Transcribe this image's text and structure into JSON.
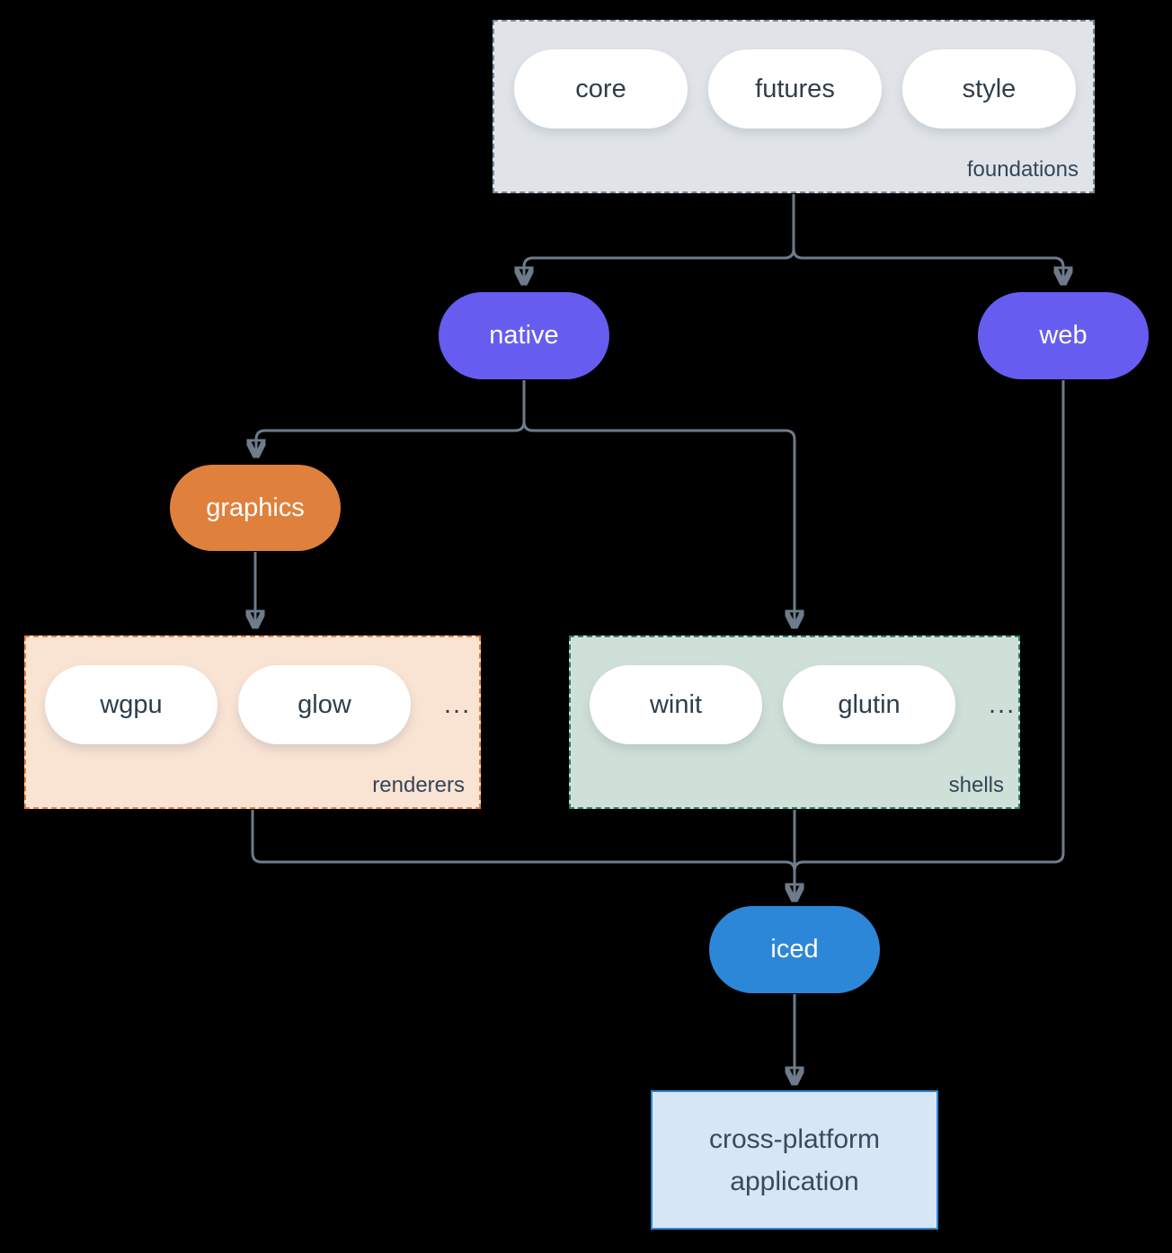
{
  "colors": {
    "background": "#000000",
    "connector": "#6E7B8A",
    "purple_node": "#675CF0",
    "orange_node": "#E0803D",
    "blue_node": "#2D87D8",
    "foundations_fill": "#E0E4E8",
    "foundations_border": "#76879A",
    "renderers_fill": "#F9E3D3",
    "renderers_border": "#E0813E",
    "shells_fill": "#CFE0D8",
    "shells_border": "#2E7D6E",
    "app_fill": "#D7E6F5",
    "app_border": "#2E86D0",
    "dark_text": "#2F3E4C",
    "label_text": "#35465A",
    "light_text": "#FFFFFF"
  },
  "groups": {
    "foundations": {
      "label": "foundations",
      "pills": [
        "core",
        "futures",
        "style"
      ]
    },
    "renderers": {
      "label": "renderers",
      "pills": [
        "wgpu",
        "glow"
      ],
      "ellipsis": "..."
    },
    "shells": {
      "label": "shells",
      "pills": [
        "winit",
        "glutin"
      ],
      "ellipsis": "..."
    }
  },
  "nodes": {
    "native": {
      "label": "native"
    },
    "web": {
      "label": "web"
    },
    "graphics": {
      "label": "graphics"
    },
    "iced": {
      "label": "iced"
    },
    "application": {
      "line1": "cross-platform",
      "line2": "application"
    }
  }
}
